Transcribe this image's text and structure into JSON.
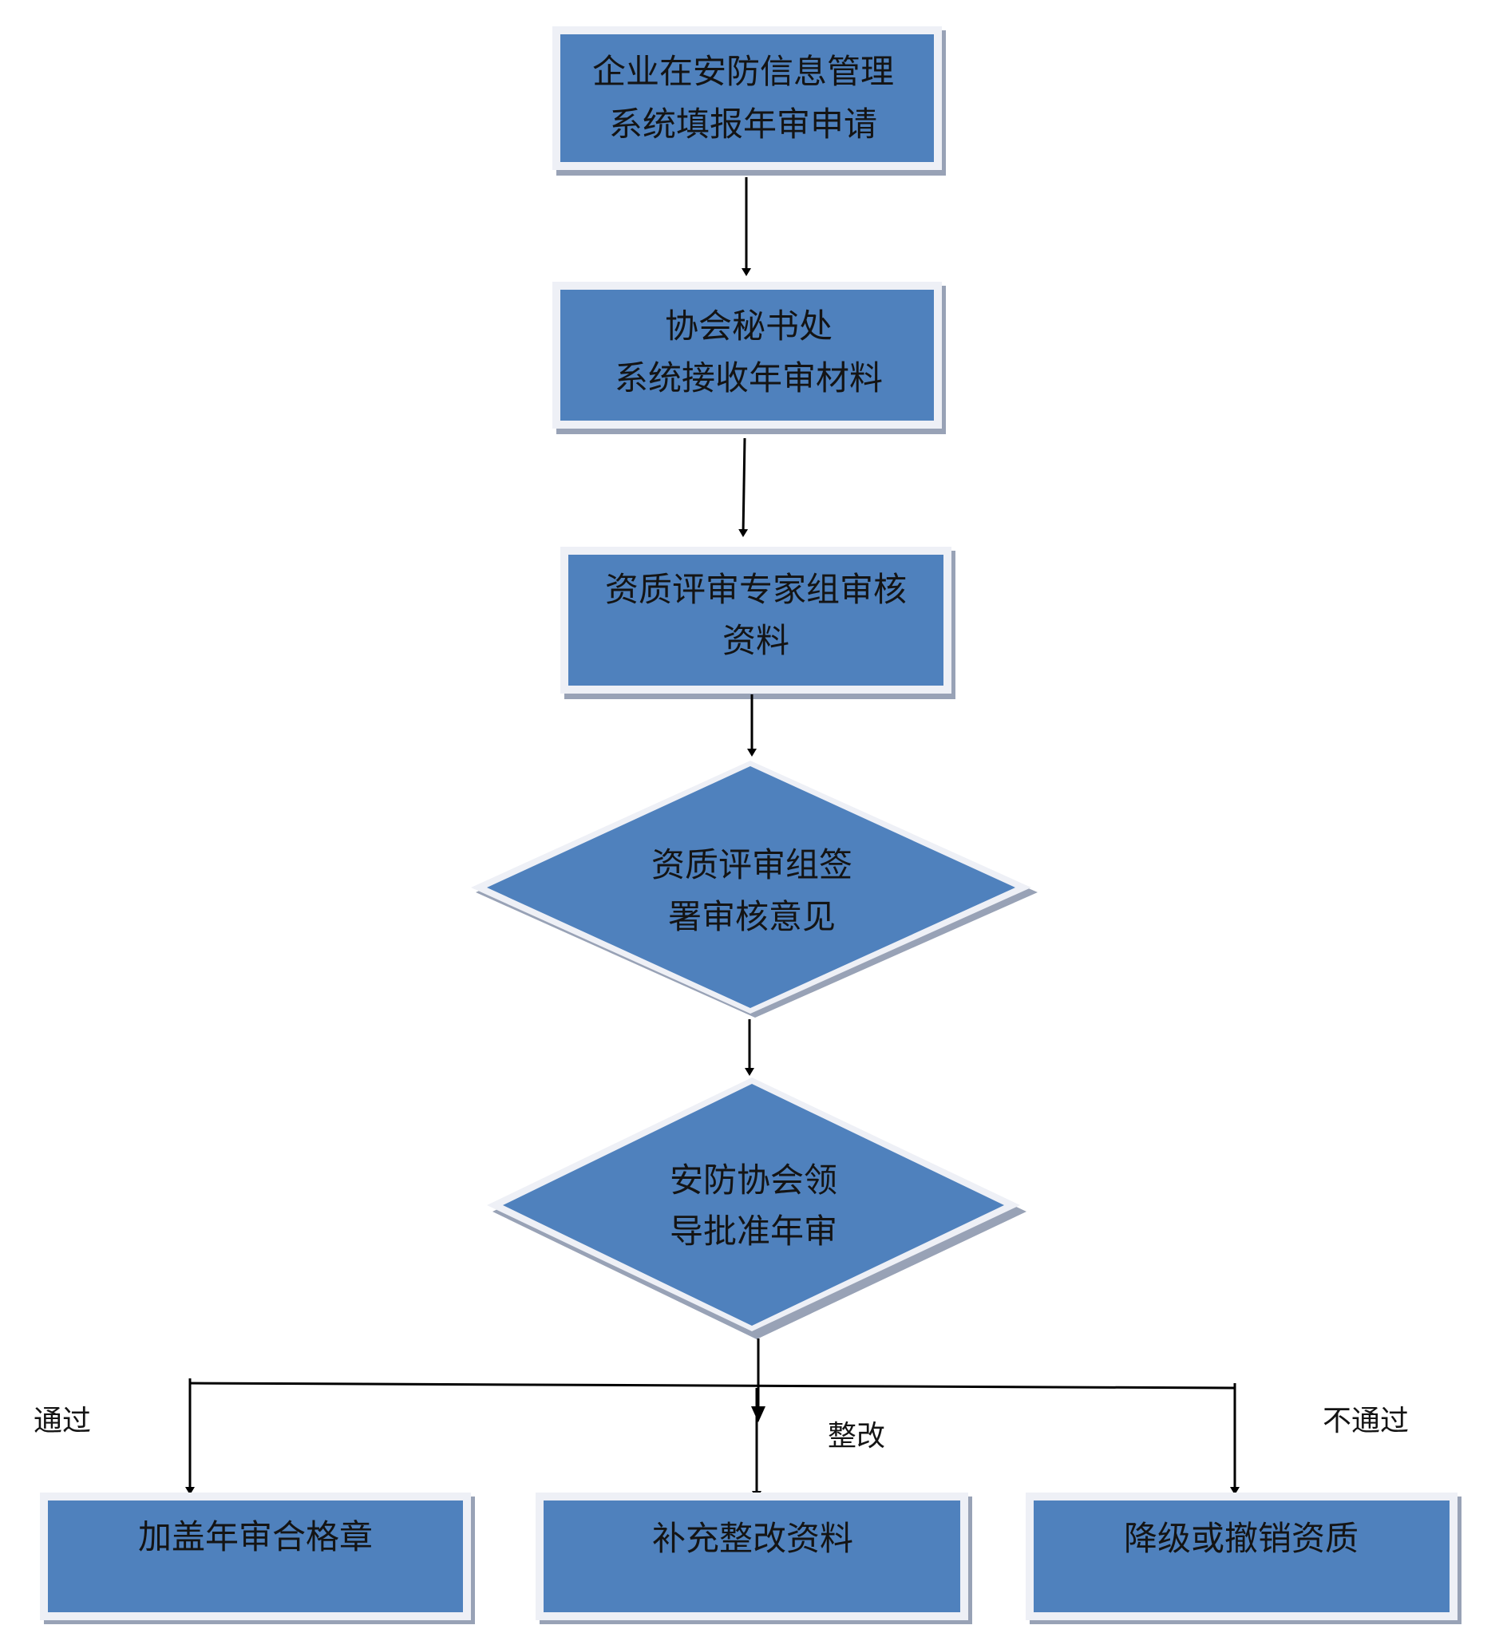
{
  "colors": {
    "box_fill": "#4f81bd",
    "box_border": "#eef0f6",
    "shadow": "#98a2b6",
    "arrow": "#000000",
    "text": "#141414",
    "background": "#ffffff"
  },
  "nodes": [
    {
      "id": "submit-application",
      "shape": "rectangle",
      "lines": [
        "企业在安防信息管理",
        "系统填报年审申请"
      ]
    },
    {
      "id": "receive-materials",
      "shape": "rectangle",
      "lines": [
        "协会秘书处",
        "系统接收年审材料"
      ]
    },
    {
      "id": "expert-review",
      "shape": "rectangle",
      "lines": [
        "资质评审专家组审核",
        "资料"
      ]
    },
    {
      "id": "review-opinion",
      "shape": "diamond",
      "lines": [
        "资质评审组签",
        "署审核意见"
      ]
    },
    {
      "id": "leader-approval",
      "shape": "diamond",
      "lines": [
        "安防协会领",
        "导批准年审"
      ]
    },
    {
      "id": "stamp-qualified",
      "shape": "rectangle",
      "lines": [
        "加盖年审合格章"
      ]
    },
    {
      "id": "supplement-materials",
      "shape": "rectangle",
      "lines": [
        "补充整改资料"
      ]
    },
    {
      "id": "downgrade-revoke",
      "shape": "rectangle",
      "lines": [
        "降级或撤销资质"
      ]
    }
  ],
  "edge_labels": {
    "pass": "通过",
    "rectify": "整改",
    "fail": "不通过"
  }
}
